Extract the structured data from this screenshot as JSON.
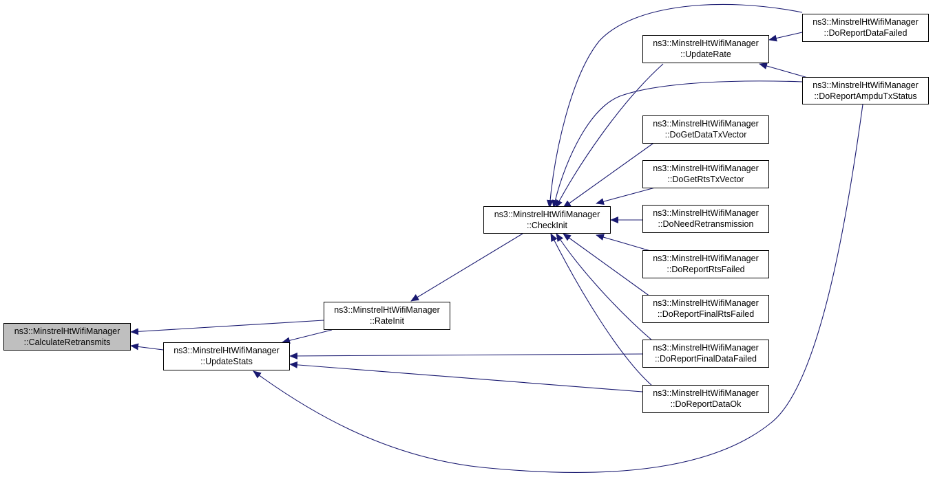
{
  "colors": {
    "edge": "#191970",
    "node_border": "#000000",
    "current_fill": "#bfbfbf"
  },
  "nodes": {
    "calc_retransmits": {
      "line1": "ns3::MinstrelHtWifiManager",
      "line2": "::CalculateRetransmits"
    },
    "update_stats": {
      "line1": "ns3::MinstrelHtWifiManager",
      "line2": "::UpdateStats"
    },
    "rate_init": {
      "line1": "ns3::MinstrelHtWifiManager",
      "line2": "::RateInit"
    },
    "check_init": {
      "line1": "ns3::MinstrelHtWifiManager",
      "line2": "::CheckInit"
    },
    "update_rate": {
      "line1": "ns3::MinstrelHtWifiManager",
      "line2": "::UpdateRate"
    },
    "do_get_data_tx_vector": {
      "line1": "ns3::MinstrelHtWifiManager",
      "line2": "::DoGetDataTxVector"
    },
    "do_get_rts_tx_vector": {
      "line1": "ns3::MinstrelHtWifiManager",
      "line2": "::DoGetRtsTxVector"
    },
    "do_need_retransmission": {
      "line1": "ns3::MinstrelHtWifiManager",
      "line2": "::DoNeedRetransmission"
    },
    "do_report_rts_failed": {
      "line1": "ns3::MinstrelHtWifiManager",
      "line2": "::DoReportRtsFailed"
    },
    "do_report_final_rts_failed": {
      "line1": "ns3::MinstrelHtWifiManager",
      "line2": "::DoReportFinalRtsFailed"
    },
    "do_report_final_data_failed": {
      "line1": "ns3::MinstrelHtWifiManager",
      "line2": "::DoReportFinalDataFailed"
    },
    "do_report_data_ok": {
      "line1": "ns3::MinstrelHtWifiManager",
      "line2": "::DoReportDataOk"
    },
    "do_report_data_failed": {
      "line1": "ns3::MinstrelHtWifiManager",
      "line2": "::DoReportDataFailed"
    },
    "do_report_ampdu_tx_status": {
      "line1": "ns3::MinstrelHtWifiManager",
      "line2": "::DoReportAmpduTxStatus"
    }
  }
}
